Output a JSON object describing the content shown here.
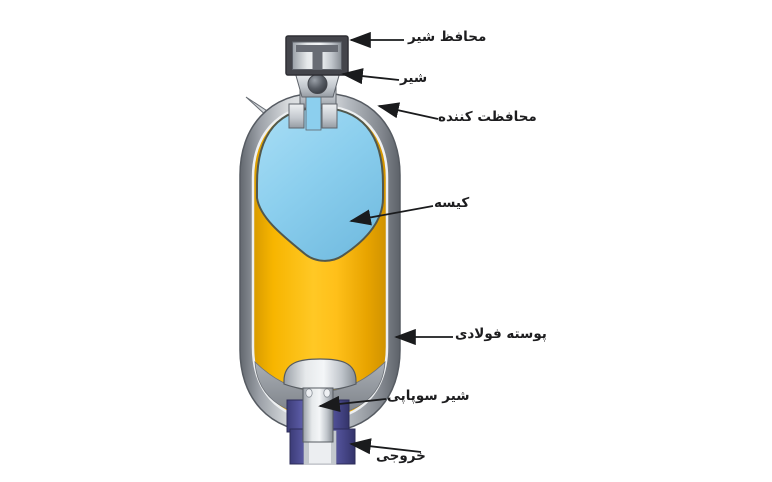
{
  "diagram": {
    "type": "hydraulic-bladder-accumulator-cross-section",
    "labels": {
      "valve_guard": "محافظ شیر",
      "gas_valve": "شیر",
      "protector": "محافظت کننده",
      "bladder": "کیسه",
      "steel_shell": "پوسته فولادی",
      "poppet_valve": "شیر سوپاپی",
      "outlet": "خروجی"
    },
    "colors": {
      "bladder_gas_blue": "#8ccfee",
      "hydraulic_fluid_yellow": "#ffc21a",
      "shell_metal_gray": "#b7bcc2",
      "valve_cap_dark": "#45464c",
      "outlet_port_purple": "#54549b",
      "leader_line_black": "#1a1b1d",
      "background": "#ffffff"
    }
  }
}
